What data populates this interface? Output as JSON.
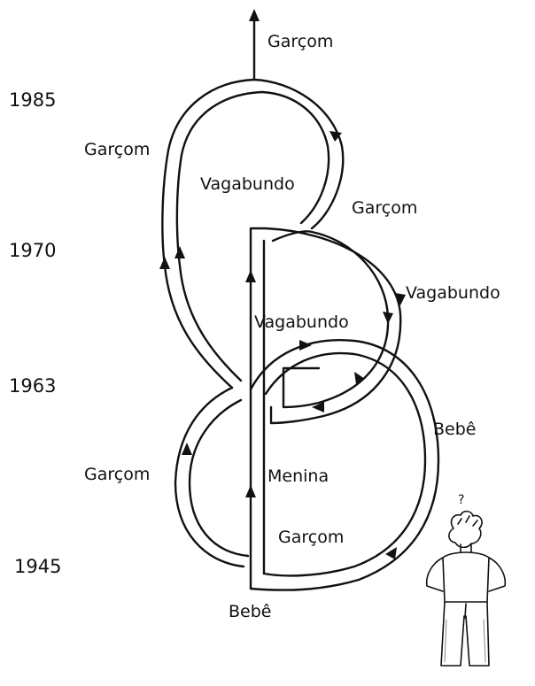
{
  "years": [
    "1985",
    "1970",
    "1963",
    "1945"
  ],
  "labels": {
    "top_garcom": "Garçom",
    "left_garcom_upper": "Garçom",
    "vagabundo_upper": "Vagabundo",
    "right_garcom": "Garçom",
    "right_vagabundo": "Vagabundo",
    "inner_vagabundo": "Vagabundo",
    "bebe_right": "Bebê",
    "left_garcom_lower": "Garçom",
    "menina": "Menina",
    "bottom_garcom": "Garçom",
    "bebe_bottom": "Bebê"
  },
  "question_mark": "?",
  "icons": {
    "figure": "confused-person-icon"
  }
}
